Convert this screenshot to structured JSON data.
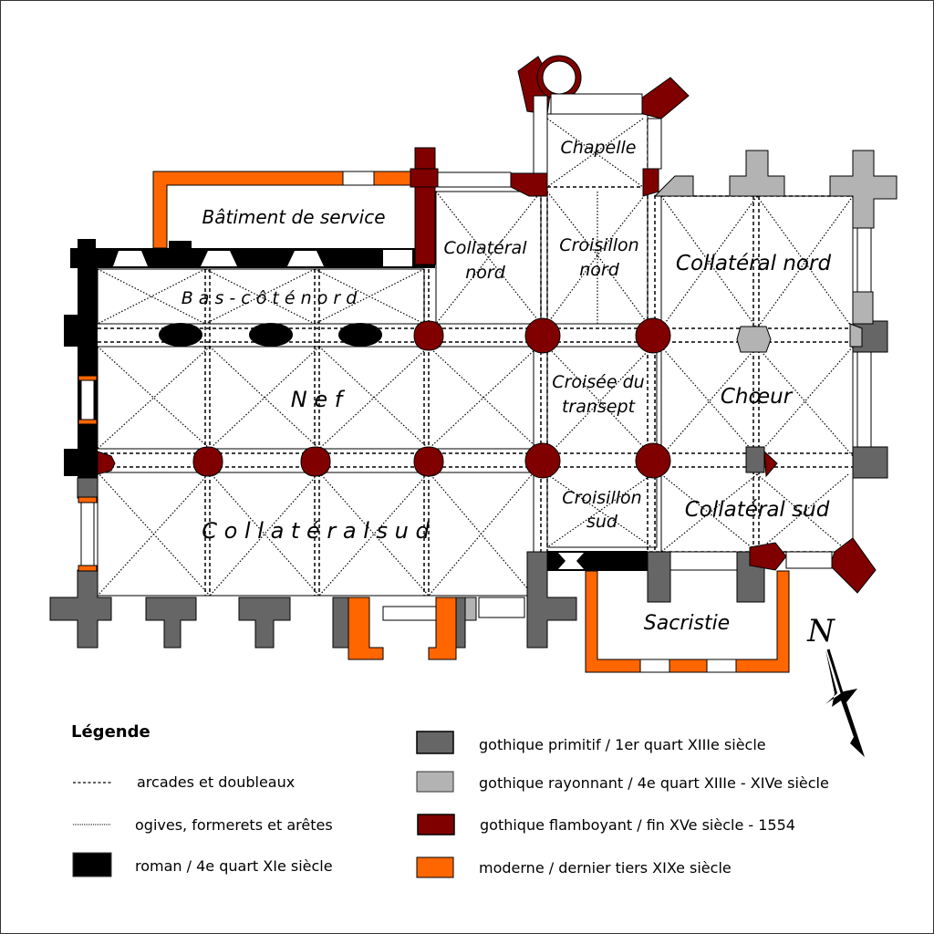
{
  "plan": {
    "labels": {
      "chapelle": "Chapelle",
      "batiment_service": "Bâtiment de service",
      "bas_cote_nord": "B a s - c ô t é   n o r d",
      "collateral_nord_west": "Collatéral",
      "collateral_nord_west_2": "nord",
      "croisillon_nord": "Croisillon",
      "croisillon_nord_2": "nord",
      "collateral_nord_east": "Collatéral nord",
      "nef": "N e f",
      "croisee": "Croisée du",
      "croisee_2": "transept",
      "choeur": "Chœur",
      "collateral_sud": "C o l l a t é r a l   s u d",
      "croisillon_sud": "Croisillon",
      "croisillon_sud_2": "sud",
      "collateral_sud_east": "Collatéral sud",
      "sacristie": "Sacristie"
    },
    "compass": {
      "letter": "N"
    },
    "colors": {
      "roman": "#000000",
      "gothique_primitif": "#666666",
      "gothique_rayonnant": "#b3b3b3",
      "gothique_flamboyant": "#800000",
      "moderne": "#ff6600"
    }
  },
  "legend": {
    "title": "Légende",
    "line_items": [
      {
        "style": "dashed",
        "label": "arcades et doubleaux"
      },
      {
        "style": "dotted",
        "label": "ogives, formerets et arêtes"
      }
    ],
    "period_items": [
      {
        "color": "#000000",
        "label": "roman / 4e quart XIe siècle"
      },
      {
        "color": "#666666",
        "label": "gothique primitif / 1er quart XIIIe siècle"
      },
      {
        "color": "#b3b3b3",
        "label": "gothique rayonnant / 4e quart XIIIe - XIVe siècle"
      },
      {
        "color": "#800000",
        "label": "gothique flamboyant / fin XVe siècle - 1554"
      },
      {
        "color": "#ff6600",
        "label": "moderne / dernier tiers XIXe siècle"
      }
    ]
  }
}
